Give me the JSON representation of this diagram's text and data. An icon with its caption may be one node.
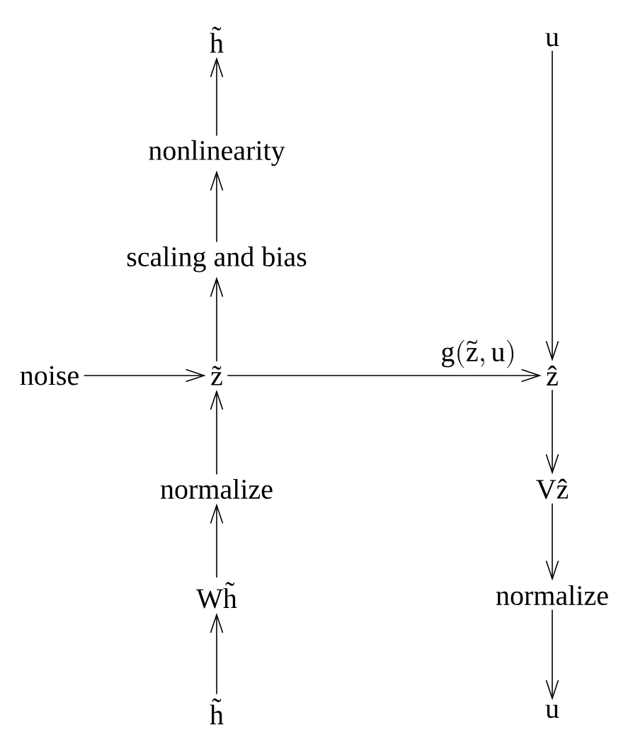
{
  "diagram": {
    "nodes": [
      {
        "text": [
          "h̃"
        ]
      },
      {
        "text": [
          "nonlinearity"
        ]
      },
      {
        "text": [
          "scaling and bias"
        ]
      },
      {
        "text": [
          "noise"
        ]
      },
      {
        "text": [
          "z̃"
        ]
      },
      {
        "text": [
          "normalize"
        ]
      },
      {
        "text": [
          "Wh̃"
        ]
      },
      {
        "text": [
          "h̃"
        ]
      },
      {
        "text": [
          "u"
        ]
      },
      {
        "text": [
          "ẑ"
        ]
      },
      {
        "text": [
          "Vẑ"
        ]
      },
      {
        "text": [
          "normalize"
        ]
      },
      {
        "text": [
          "u"
        ]
      }
    ],
    "edges": [
      {
        "from": 1,
        "to": 0,
        "arrow": "to"
      },
      {
        "from": 2,
        "to": 1,
        "arrow": "to"
      },
      {
        "from": 4,
        "to": 2,
        "arrow": "to"
      },
      {
        "from": 3,
        "to": 4,
        "arrow": "to"
      },
      {
        "from": 5,
        "to": 4,
        "arrow": "to"
      },
      {
        "from": 6,
        "to": 5,
        "arrow": "to"
      },
      {
        "from": 7,
        "to": 6,
        "arrow": "to"
      },
      {
        "from": 4,
        "to": 9,
        "arrow": "to",
        "label": "\\mathrm{g}(\\widetilde{\\mathrm{z}},\\mathrm{u})"
      },
      {
        "from": 8,
        "to": 9,
        "arrow": "to"
      },
      {
        "from": 9,
        "to": 10,
        "arrow": "to"
      },
      {
        "from": 10,
        "to": 11,
        "arrow": "to"
      },
      {
        "from": 11,
        "to": 12,
        "arrow": "to"
      }
    ]
  }
}
